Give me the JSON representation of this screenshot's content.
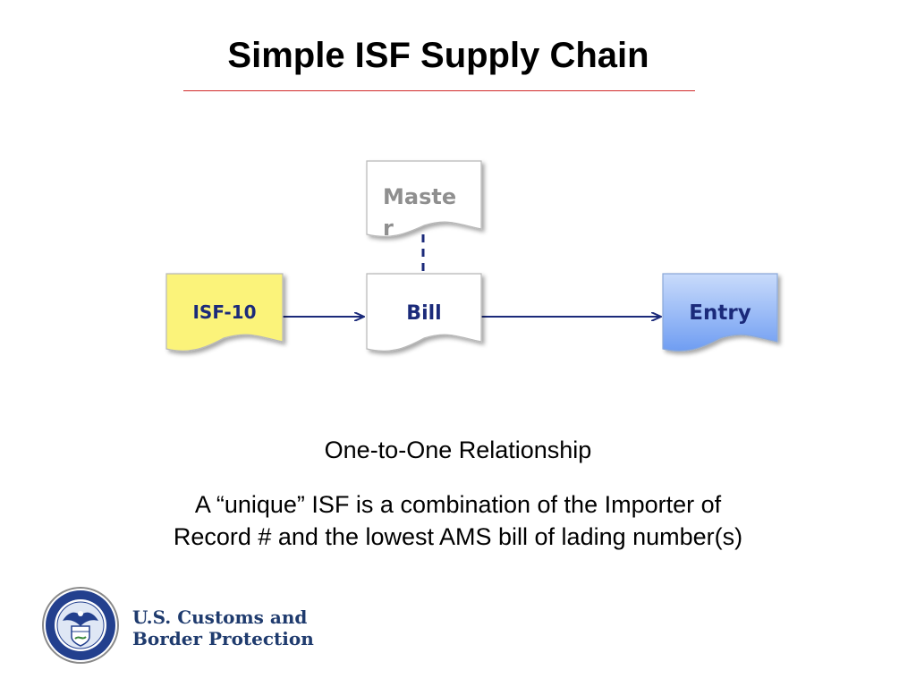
{
  "title": "Simple ISF Supply Chain",
  "nodes": {
    "isf": {
      "label": "ISF-10",
      "fill": "#fbf37a"
    },
    "bill": {
      "label": "Bill",
      "fill": "#ffffff"
    },
    "master": {
      "label_line1": "Maste",
      "label_line2": "r",
      "fill": "#ffffff"
    },
    "entry": {
      "label": "Entry",
      "fill": "#7aa6f4"
    }
  },
  "edges": [
    {
      "from": "isf",
      "to": "bill",
      "style": "arrow"
    },
    {
      "from": "bill",
      "to": "entry",
      "style": "arrow"
    },
    {
      "from": "master",
      "to": "bill",
      "style": "dashed"
    }
  ],
  "captions": {
    "relationship": "One-to-One Relationship",
    "definition_line1": "A “unique” ISF is a combination of the Importer of",
    "definition_line2": "Record # and the lowest AMS bill of lading number(s)"
  },
  "footer": {
    "agency_line1": "U.S. Customs and",
    "agency_line2": "Border Protection",
    "seal_icon": "dhs-seal-icon"
  },
  "colors": {
    "title_rule": "#d12a2a",
    "arrow": "#1b2a7a",
    "label_text": "#1b2a7a",
    "master_text": "#8f8f8f",
    "agency_text": "#1f3b6e"
  }
}
